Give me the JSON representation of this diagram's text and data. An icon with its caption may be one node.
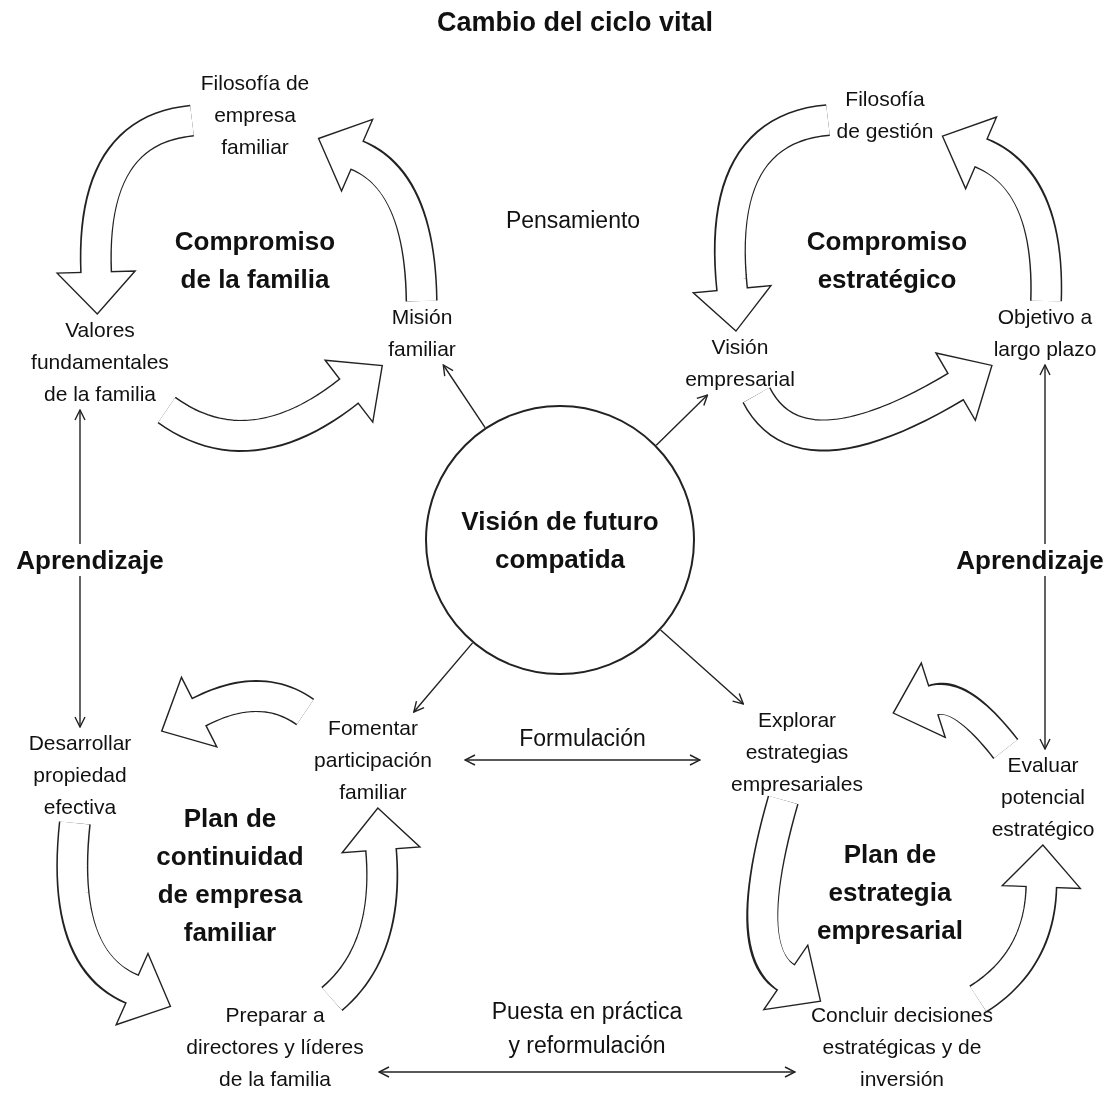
{
  "diagram": {
    "title": "Cambio del ciclo vital",
    "nodes": [
      {
        "text": [
          "Filosofía de empresa familiar"
        ]
      },
      {
        "text": [
          "Filosofía de gestión"
        ]
      },
      {
        "text": [
          "Valores fundamentales de la familia"
        ]
      },
      {
        "text": [
          "Misión familiar"
        ]
      },
      {
        "text": [
          "Visión empresarial"
        ]
      },
      {
        "text": [
          "Objetivo a largo plazo"
        ]
      },
      {
        "text": [
          "Aprendizaje"
        ]
      },
      {
        "text": [
          "Visión de futuro compatida"
        ]
      },
      {
        "text": [
          "Aprendizaje"
        ]
      },
      {
        "text": [
          "Desarrollar propiedad efectiva"
        ]
      },
      {
        "text": [
          "Fomentar participación familiar"
        ]
      },
      {
        "text": [
          "Explorar estrategias empresariales"
        ]
      },
      {
        "text": [
          "Evaluar potencial estratégico"
        ]
      },
      {
        "text": [
          "Preparar a directores y líderes de la familia"
        ]
      },
      {
        "text": [
          "Concluir decisiones estratégicas y de inversión"
        ]
      }
    ],
    "edges": [
      {
        "from": 0,
        "to": 2,
        "arrow": "to"
      },
      {
        "from": 2,
        "to": 3,
        "arrow": "to"
      },
      {
        "from": 3,
        "to": 0,
        "arrow": "to"
      },
      {
        "from": 1,
        "to": 4,
        "arrow": "to"
      },
      {
        "from": 4,
        "to": 5,
        "arrow": "to"
      },
      {
        "from": 5,
        "to": 1,
        "arrow": "to"
      },
      {
        "from": 10,
        "to": 9,
        "arrow": "to"
      },
      {
        "from": 9,
        "to": 13,
        "arrow": "to"
      },
      {
        "from": 13,
        "to": 10,
        "arrow": "to"
      },
      {
        "from": 12,
        "to": 11,
        "arrow": "to"
      },
      {
        "from": 11,
        "to": 14,
        "arrow": "to"
      },
      {
        "from": 14,
        "to": 12,
        "arrow": "to"
      },
      {
        "from": 10,
        "to": 11,
        "arrow": "both",
        "label": "Formulación"
      },
      {
        "from": 13,
        "to": 14,
        "arrow": "both",
        "label": "Puesta en práctica y reformulación"
      },
      {
        "from": 6,
        "to": 2,
        "arrow": "to"
      },
      {
        "from": 6,
        "to": 9,
        "arrow": "to"
      },
      {
        "from": 8,
        "to": 5,
        "arrow": "to"
      },
      {
        "from": 8,
        "to": 12,
        "arrow": "to"
      },
      {
        "from": 7,
        "to": 10,
        "arrow": "to"
      },
      {
        "from": 7,
        "to": 11,
        "arrow": "to"
      },
      {
        "from": 7,
        "to": 3,
        "arrow": "to"
      },
      {
        "from": 7,
        "to": 4,
        "arrow": "to"
      }
    ],
    "labels": [
      "Compromiso de la familia",
      "Pensamiento",
      "Compromiso estratégico",
      "Plan de continuidad de empresa familiar",
      "Plan de estrategia empresarial"
    ]
  }
}
